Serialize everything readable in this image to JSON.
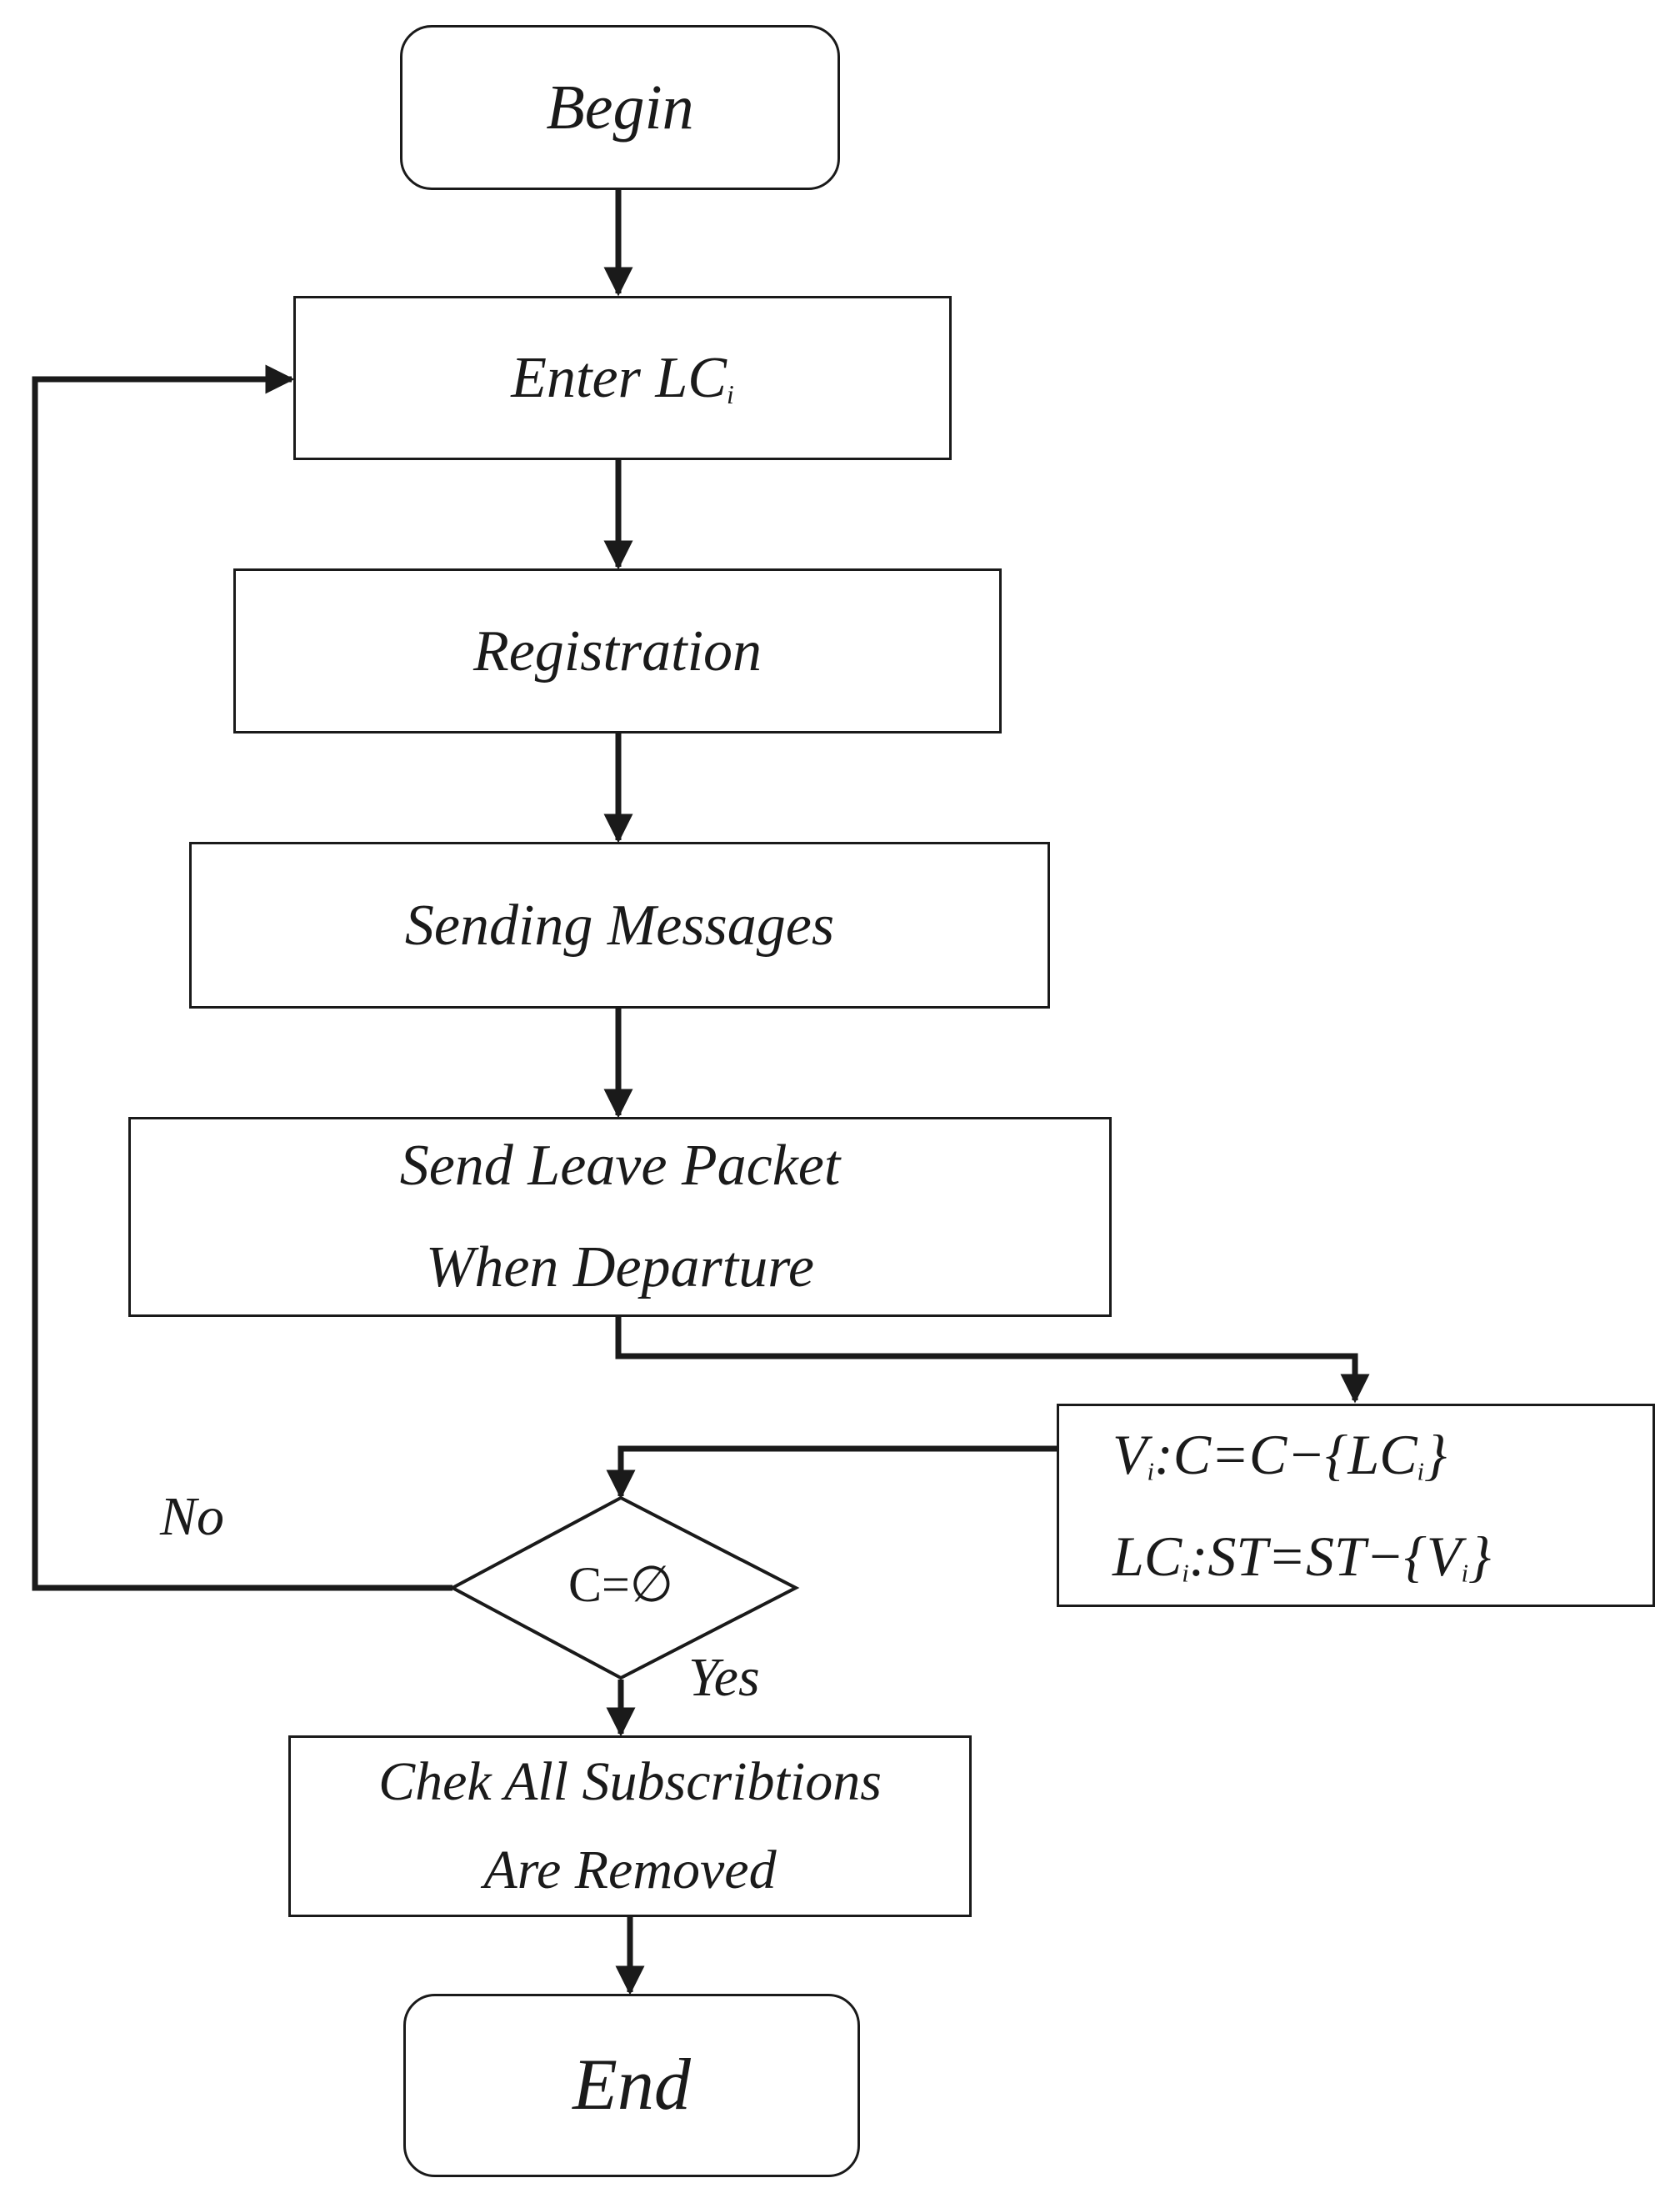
{
  "nodes": {
    "begin": "Begin",
    "enter_main": "Enter LC",
    "enter_sub": "i",
    "registration": "Registration",
    "sending": "Sending Messages",
    "leave_line1": "Send Leave Packet",
    "leave_line2": "When Departure",
    "formula_line1": {
      "v": "V",
      "v_sub": "i",
      "rest_a": ":C=C−{LC",
      "rest_sub": "i",
      "rest_b": "}"
    },
    "formula_line2": {
      "lc": "LC",
      "lc_sub": "i",
      "rest_a": ":ST=ST−{V",
      "rest_sub": "i",
      "rest_b": "}"
    },
    "decision": "C=∅",
    "check_line1": "Chek All Subscribtions",
    "check_line2": "Are Removed",
    "end": "End"
  },
  "labels": {
    "no": "No",
    "yes": "Yes"
  },
  "colors": {
    "stroke": "#1a1a1a",
    "background": "#ffffff"
  }
}
